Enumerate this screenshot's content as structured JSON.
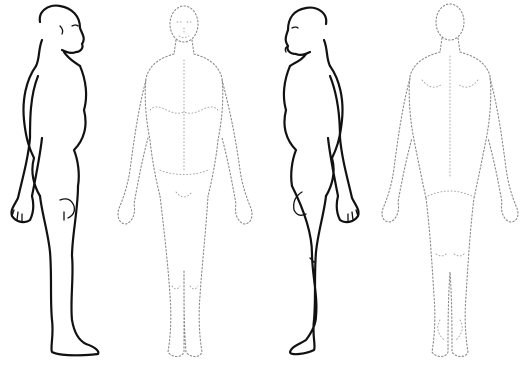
{
  "figure": {
    "views": [
      {
        "id": "left-lateral",
        "style": "solid"
      },
      {
        "id": "anterior",
        "style": "faint"
      },
      {
        "id": "right-lateral",
        "style": "solid"
      },
      {
        "id": "posterior",
        "style": "faint"
      }
    ]
  }
}
